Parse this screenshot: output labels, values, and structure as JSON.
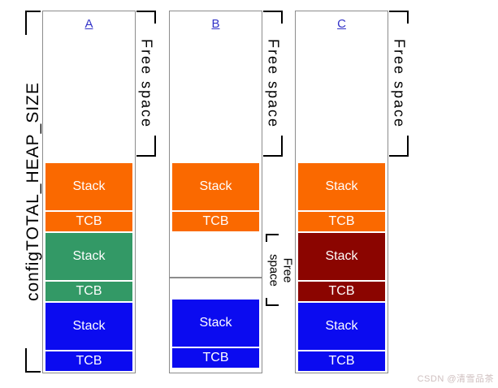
{
  "diagram": {
    "left_bracket_label": "configTOTAL_HEAP_SIZE",
    "columns": [
      {
        "header": "A",
        "free_space_top": "Free space",
        "blocks": [
          {
            "label": "Stack",
            "color": "orange"
          },
          {
            "label": "TCB",
            "color": "orange"
          },
          {
            "label": "Stack",
            "color": "green"
          },
          {
            "label": "TCB",
            "color": "green"
          },
          {
            "label": "Stack",
            "color": "blue"
          },
          {
            "label": "TCB",
            "color": "blue"
          }
        ]
      },
      {
        "header": "B",
        "free_space_top": "Free space",
        "free_space_mid": "Free space",
        "blocks_top": [
          {
            "label": "Stack",
            "color": "orange"
          },
          {
            "label": "TCB",
            "color": "orange"
          }
        ],
        "blocks_bottom": [
          {
            "label": "Stack",
            "color": "blue"
          },
          {
            "label": "TCB",
            "color": "blue"
          }
        ]
      },
      {
        "header": "C",
        "free_space_top": "Free space",
        "blocks": [
          {
            "label": "Stack",
            "color": "orange"
          },
          {
            "label": "TCB",
            "color": "orange"
          },
          {
            "label": "Stack",
            "color": "dark_red"
          },
          {
            "label": "TCB",
            "color": "dark_red"
          },
          {
            "label": "Stack",
            "color": "blue"
          },
          {
            "label": "TCB",
            "color": "blue"
          }
        ]
      }
    ]
  },
  "colors": {
    "orange": "#fa6900",
    "green": "#339966",
    "blue": "#0b0bf0",
    "dark_red": "#8b0500",
    "box_border": "#8c8c8c",
    "header_link": "#3232c8",
    "bracket": "#000000",
    "block_text": "#ffffff",
    "watermark": "#cfbfbf"
  },
  "watermark": {
    "text": "CSDN @清雪品茶"
  }
}
